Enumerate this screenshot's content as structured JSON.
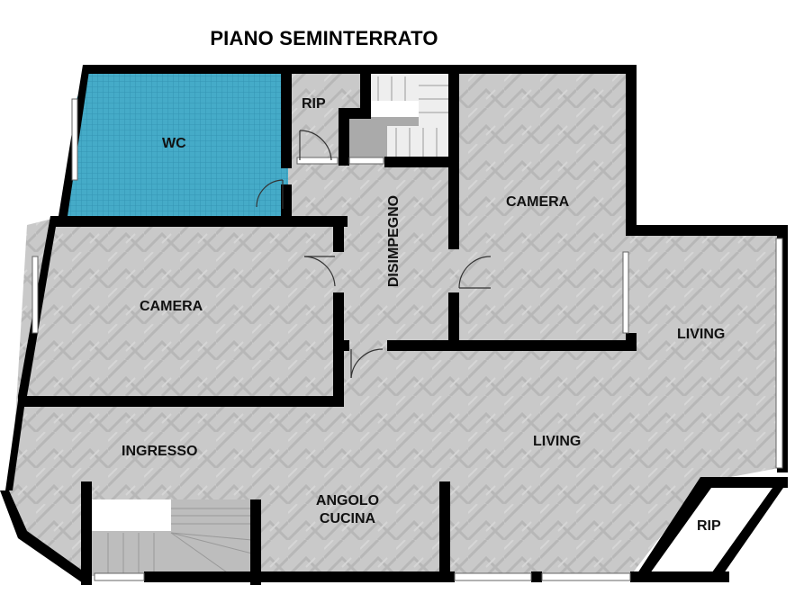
{
  "title": "PIANO SEMINTERRATO",
  "colors": {
    "wall": "#000000",
    "floor": "#c8c8c8",
    "floor_pattern": "#b4b4b4",
    "tile": "#3fa9c6",
    "tile_grid": "#2c8aa8",
    "stairs": "#ececec",
    "background": "#ffffff"
  },
  "rooms": [
    {
      "id": "wc",
      "label": "WC"
    },
    {
      "id": "rip-top",
      "label": "RIP"
    },
    {
      "id": "camera-top",
      "label": "CAMERA"
    },
    {
      "id": "disimpegno",
      "label": "DISIMPEGNO"
    },
    {
      "id": "camera-left",
      "label": "CAMERA"
    },
    {
      "id": "living-right",
      "label": "LIVING"
    },
    {
      "id": "living-center",
      "label": "LIVING"
    },
    {
      "id": "ingresso",
      "label": "INGRESSO"
    },
    {
      "id": "angolo-cucina",
      "label": "ANGOLO\nCUCINA",
      "line1": "ANGOLO",
      "line2": "CUCINA"
    },
    {
      "id": "rip-bottom",
      "label": "RIP"
    }
  ]
}
